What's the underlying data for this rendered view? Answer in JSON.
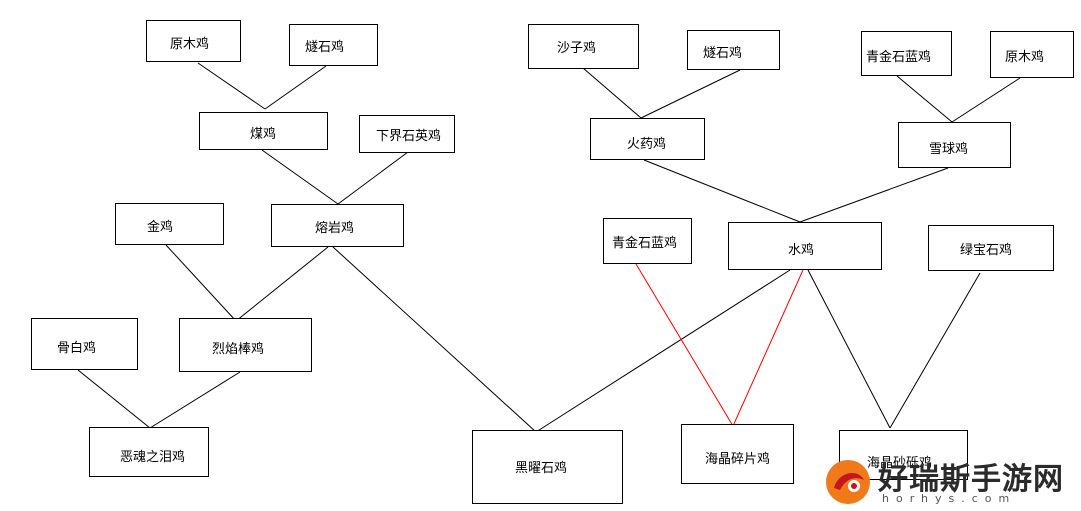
{
  "diagram": {
    "nodes": {
      "yuanmu1": "原木鸡",
      "suishi1": "燧石鸡",
      "mei": "煤鸡",
      "xiajie": "下界石英鸡",
      "jin": "金鸡",
      "rongyan": "熔岩鸡",
      "gubai": "骨白鸡",
      "lieyan": "烈焰棒鸡",
      "ehun": "恶魂之泪鸡",
      "heiyao": "黑曜石鸡",
      "shazi": "沙子鸡",
      "suishi2": "燧石鸡",
      "huoyao": "火药鸡",
      "qingjin1": "青金石蓝鸡",
      "yuanmu2": "原木鸡",
      "xueqiu": "雪球鸡",
      "qingjin2": "青金石蓝鸡",
      "shui": "水鸡",
      "lvbao": "绿宝石鸡",
      "haijing_sui": "海晶碎片鸡",
      "haijing_sha": "海晶砂砾鸡"
    }
  },
  "watermark": {
    "title": "好瑞斯手游网",
    "url": "horhys.com"
  },
  "colors": {
    "line": "#000000",
    "highlight_line": "#ff0000",
    "logo_orange": "#f07a1a",
    "logo_red": "#c4161c"
  }
}
